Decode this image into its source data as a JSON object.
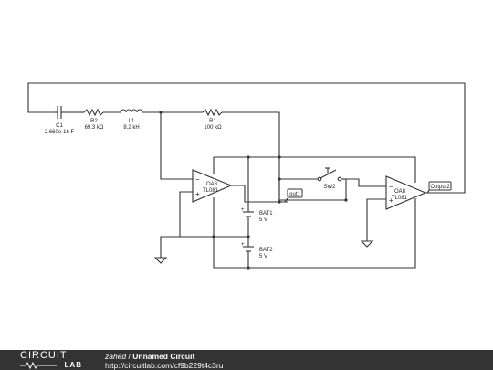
{
  "schematic": {
    "components": {
      "c1": {
        "ref": "C1",
        "value": "2.660e-16 F"
      },
      "r2": {
        "ref": "R2",
        "value": "69.3 kΩ"
      },
      "l1": {
        "ref": "L1",
        "value": "8.2 kH"
      },
      "r1": {
        "ref": "R1",
        "value": "100 kΩ"
      },
      "oa8_left": {
        "ref": "OA8",
        "value": "TL081"
      },
      "oa8_right": {
        "ref": "OA8",
        "value": "TL081"
      },
      "sw2": {
        "ref": "SW2"
      },
      "bat1": {
        "ref": "BAT1",
        "value": "5 V"
      },
      "bat2": {
        "ref": "BAT2",
        "value": "5 V"
      }
    },
    "pins": {
      "minus": "−",
      "plus": "+"
    },
    "net_labels": {
      "out1": "out1",
      "output2": "Output2"
    }
  },
  "footer": {
    "logo_top": "CIRCUIT",
    "logo_bottom": "LAB",
    "author": "zahed",
    "separator": " / ",
    "title": "Unnamed Circuit",
    "url": "http://circuitlab.com/cf9b229t4c3ru"
  }
}
